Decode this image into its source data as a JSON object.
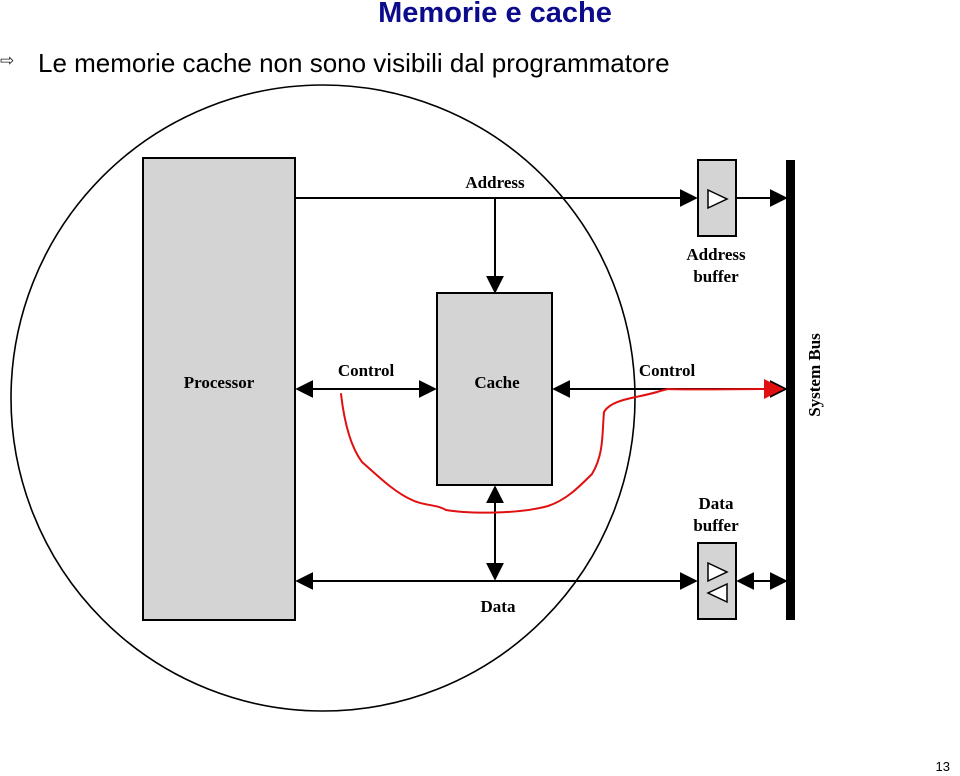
{
  "slide": {
    "title": "Memorie e cache",
    "bullet_icon": "hollow-right-arrow-icon",
    "bullet_text": "Le memorie cache non sono visibili dal programmatore",
    "page_number": "13"
  },
  "diagram": {
    "labels": {
      "processor": "Processor",
      "cache": "Cache",
      "address": "Address",
      "address_buffer_line1": "Address",
      "address_buffer_line2": "buffer",
      "data_buffer_line1": "Data",
      "data_buffer_line2": "buffer",
      "control_left": "Control",
      "control_right": "Control",
      "data": "Data",
      "system_bus": "System Bus"
    },
    "colors": {
      "block_fill": "#d4d4d4",
      "stroke": "#000000",
      "annotation": "#e01010",
      "title": "#0b0b8c"
    }
  }
}
